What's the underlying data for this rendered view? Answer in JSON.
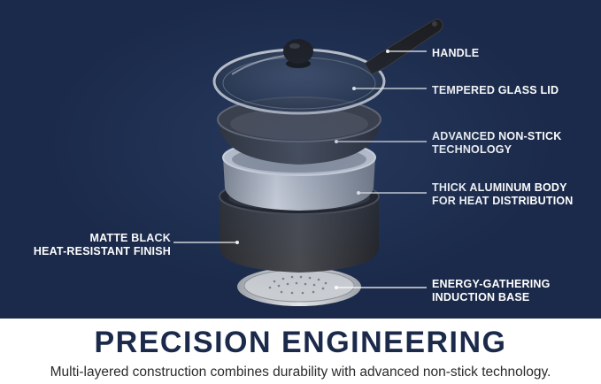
{
  "callouts": {
    "handle": "HANDLE",
    "lid": "TEMPERED GLASS LID",
    "nonstick_1": "ADVANCED NON-STICK",
    "nonstick_2": "TECHNOLOGY",
    "body_1": "THICK ALUMINUM BODY",
    "body_2": "FOR HEAT DISTRIBUTION",
    "finish_1": "MATTE BLACK",
    "finish_2": "HEAT-RESISTANT FINISH",
    "base_1": "ENERGY-GATHERING",
    "base_2": "INDUCTION BASE"
  },
  "headline": "PRECISION ENGINEERING",
  "tagline": "Multi-layered construction combines durability with advanced non-stick technology.",
  "colors": {
    "panel_background": "#1b2a4a",
    "headline": "#1b2a4a",
    "label_text": "#ffffff"
  }
}
